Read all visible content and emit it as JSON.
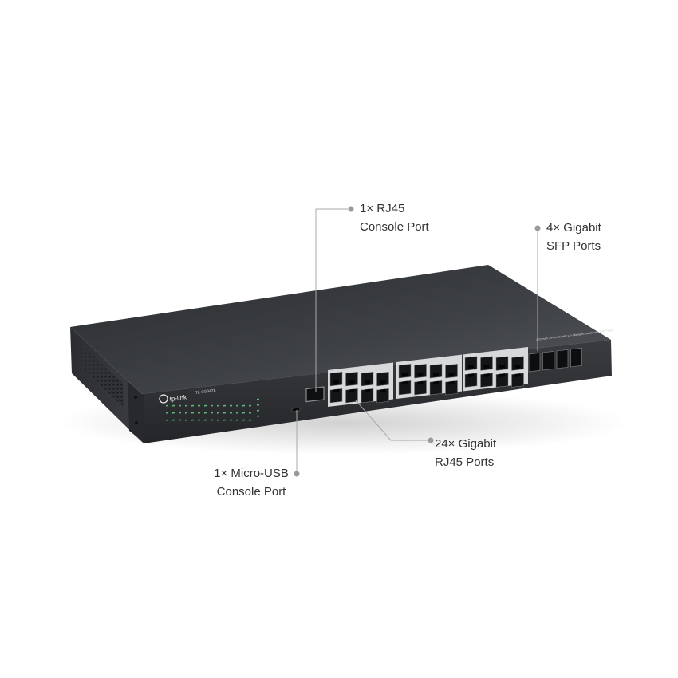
{
  "product": {
    "brand_logo_text": "tp-link",
    "model_label": "TL-SG3428",
    "top_right_label": "JetStream 24-Port Gigabit L2+ Managed Switch with 4 SFP Slots",
    "rj45_port_count": 24,
    "sfp_port_count": 4,
    "chassis_color": "#2e3033",
    "accent_color": "#9a9a9a"
  },
  "callouts": {
    "rj45_console": {
      "line1": "1× RJ45",
      "line2": "Console Port"
    },
    "sfp_ports": {
      "line1": "4× Gigabit",
      "line2": "SFP Ports"
    },
    "rj45_ports": {
      "line1": "24× Gigabit",
      "line2": "RJ45 Ports"
    },
    "micro_usb_console": {
      "line1": "1× Micro-USB",
      "line2": "Console Port"
    }
  }
}
